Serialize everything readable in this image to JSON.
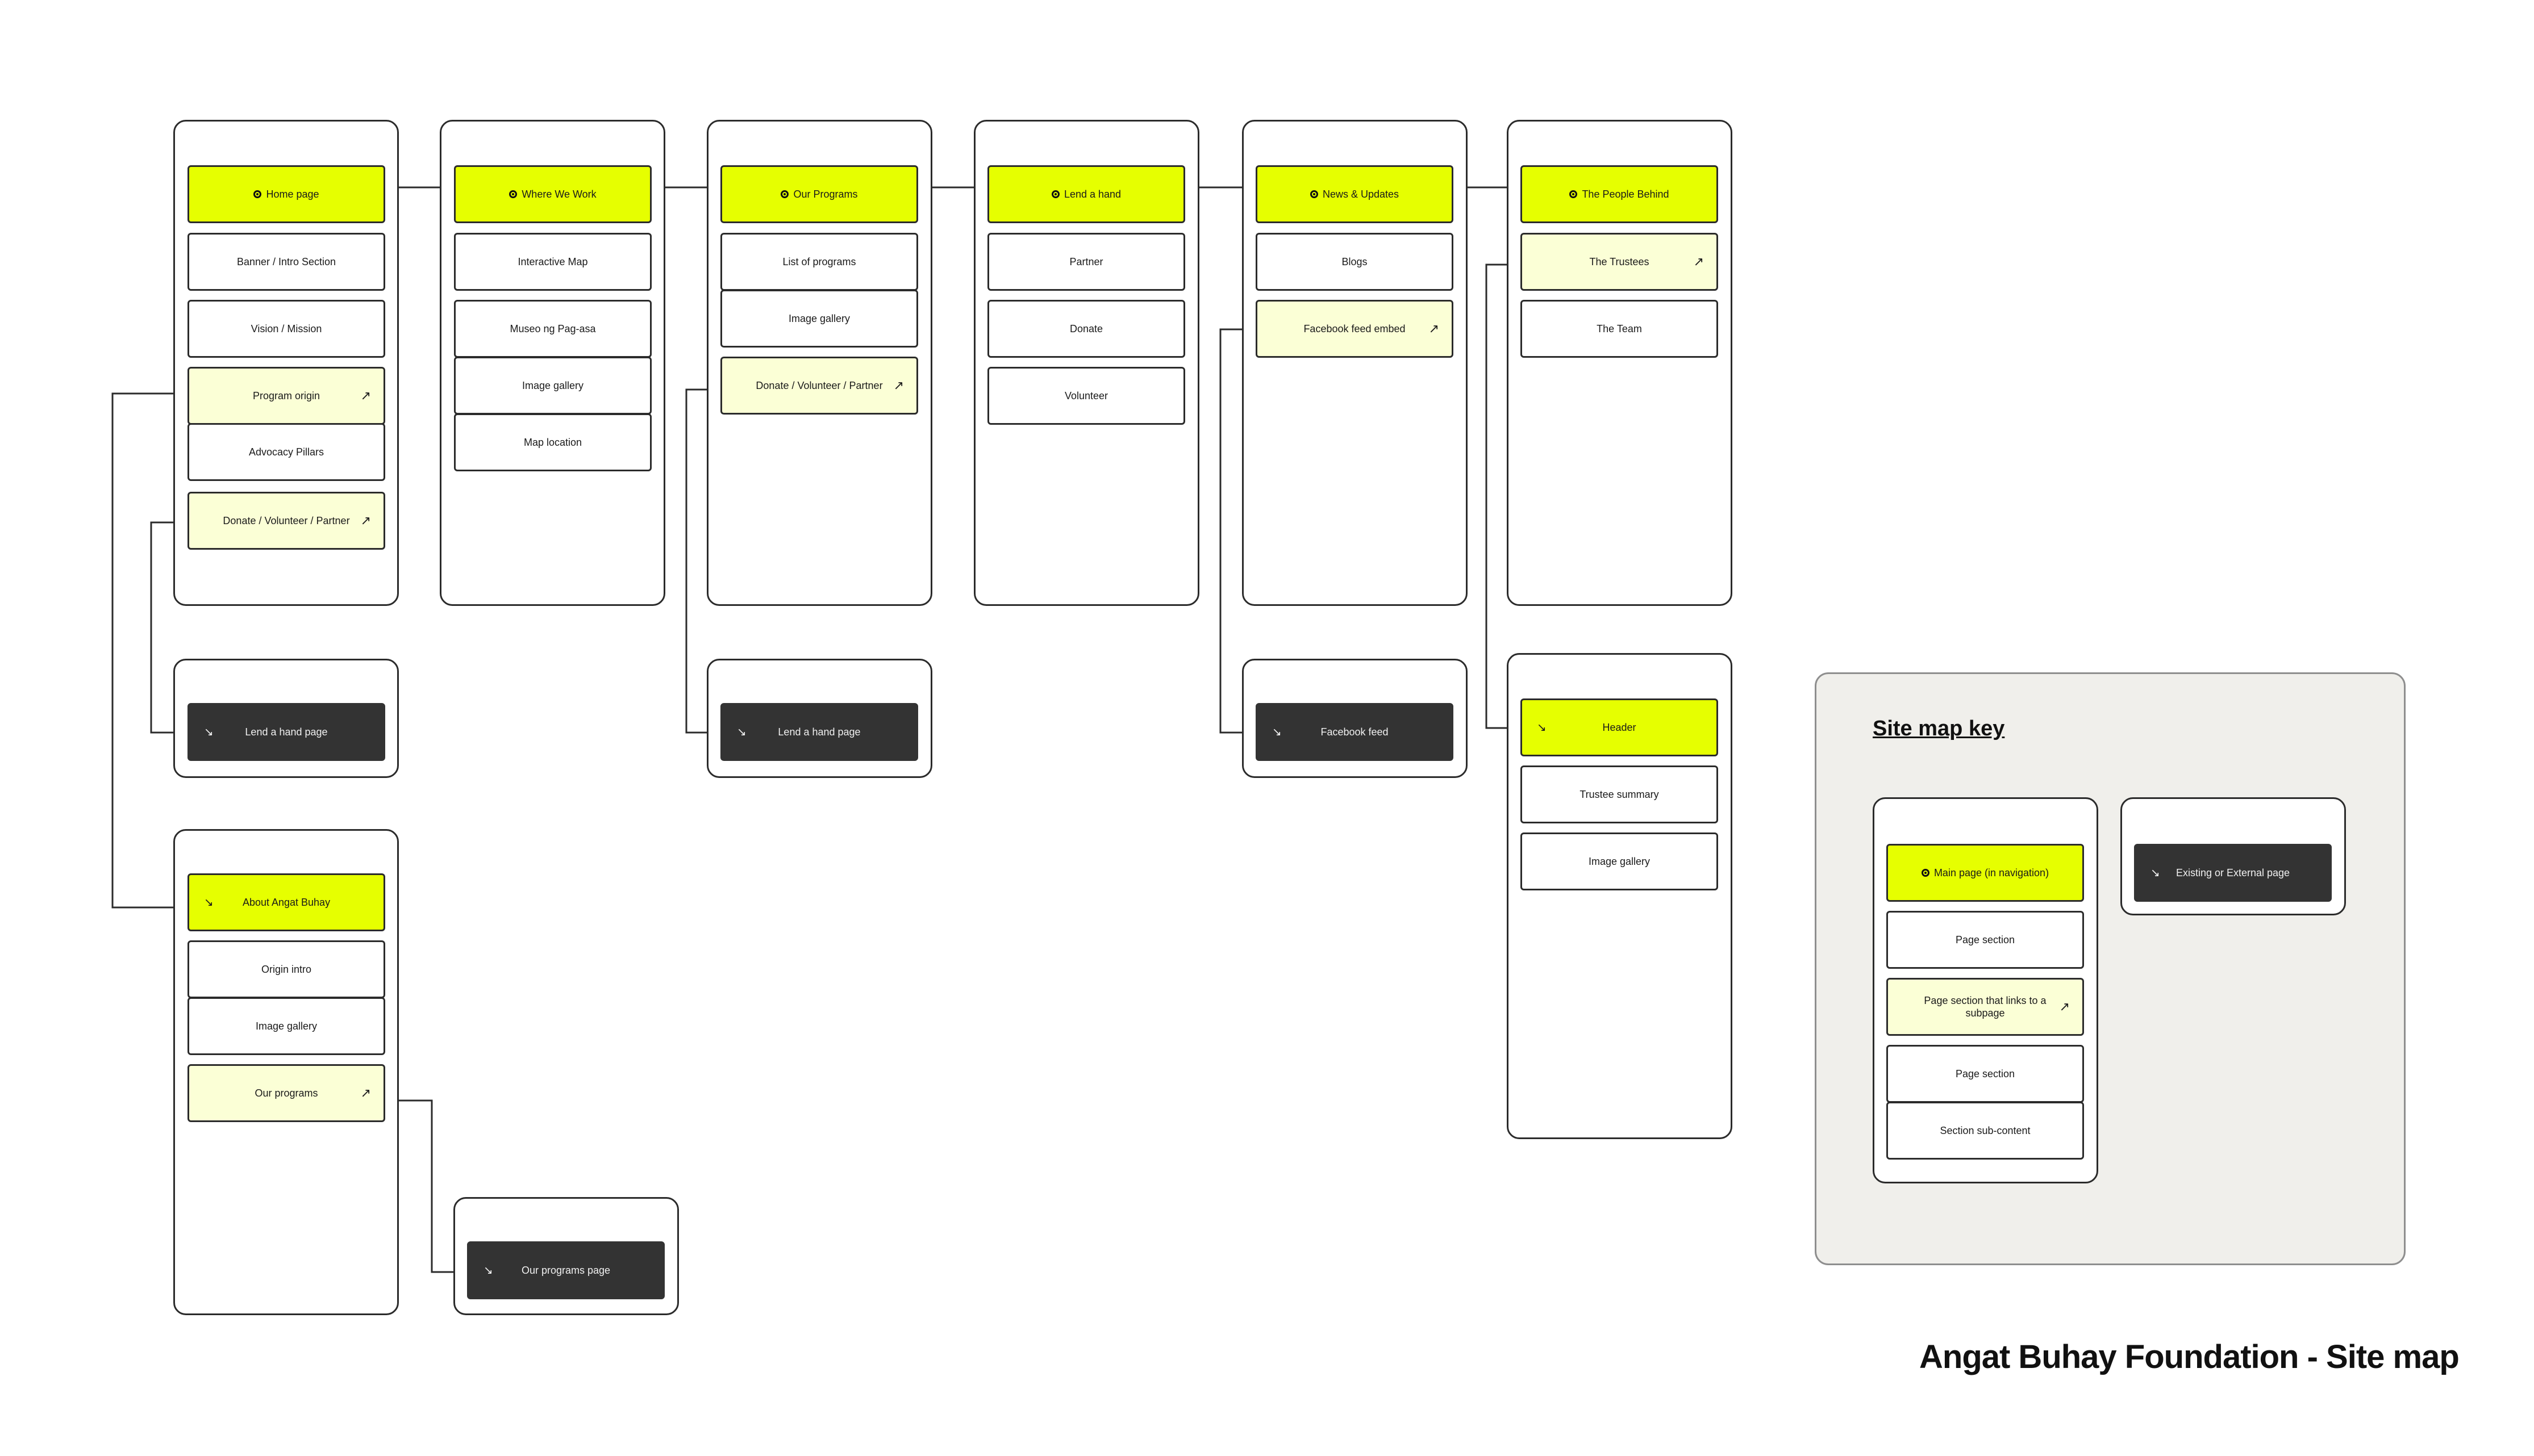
{
  "title": "Angat Buhay Foundation - Site map",
  "key": {
    "title": "Site map key",
    "main": "Main page (in navigation)",
    "section1": "Page section",
    "linked": "Page section that links to a subpage",
    "section2": "Page section",
    "subcontent": "Section sub-content",
    "external": "Existing or External page"
  },
  "columns": {
    "home": {
      "main": "Home page",
      "items": [
        "Banner / Intro Section",
        "Vision / Mission",
        "Program origin",
        "Advocacy Pillars",
        "Donate /  Volunteer / Partner"
      ]
    },
    "where": {
      "main": "Where We Work",
      "items": [
        "Interactive Map",
        "Museo ng Pag-asa",
        "Image gallery",
        "Map location"
      ]
    },
    "programs": {
      "main": "Our Programs",
      "items": [
        "List of programs",
        "Image gallery",
        "Donate /  Volunteer / Partner"
      ]
    },
    "lend": {
      "main": "Lend a hand",
      "items": [
        "Partner",
        "Donate",
        "Volunteer"
      ]
    },
    "news": {
      "main": "News & Updates",
      "items": [
        "Blogs",
        "Facebook feed embed"
      ]
    },
    "people": {
      "main": "The People Behind",
      "items": [
        "The Trustees",
        "The Team"
      ]
    }
  },
  "subpages": {
    "lend_home": "Lend a hand page",
    "lend_programs": "Lend a hand page",
    "facebook": "Facebook feed",
    "programs_page": "Our programs page",
    "about": {
      "main": "About Angat Buhay",
      "items": [
        "Origin intro",
        "Image gallery",
        "Our programs"
      ]
    },
    "trustees": {
      "main": "Header",
      "items": [
        "Trustee summary",
        "Image gallery"
      ]
    }
  },
  "colors": {
    "main": "#e6ff00",
    "link": "#fbffd6",
    "external": "#333333"
  }
}
